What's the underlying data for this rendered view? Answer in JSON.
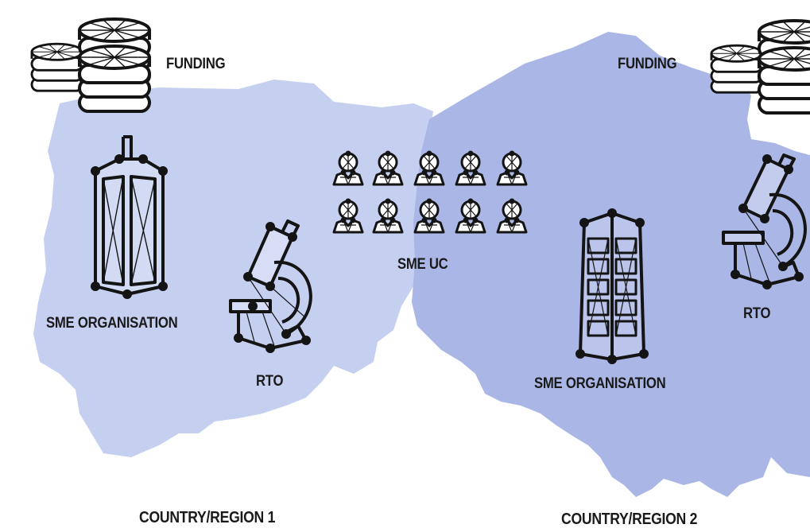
{
  "regions": [
    {
      "id": "region-1",
      "label": "COUNTRY/REGION 1",
      "color": "#c5cff0"
    },
    {
      "id": "region-2",
      "label": "COUNTRY/REGION 2",
      "color": "#aab7e6"
    }
  ],
  "labels": {
    "funding_left": "FUNDING",
    "funding_right": "FUNDING",
    "sme_org_left": "SME ORGANISATION",
    "sme_org_right": "SME ORGANISATION",
    "rto_left": "RTO",
    "rto_right": "RTO",
    "sme_uc": "SME UC"
  },
  "icons": {
    "funding": "coin-stack-icon",
    "sme_organisation": "building-icon",
    "rto": "microscope-icon",
    "sme_uc": "person-icon"
  },
  "stroke_color": "#141414"
}
